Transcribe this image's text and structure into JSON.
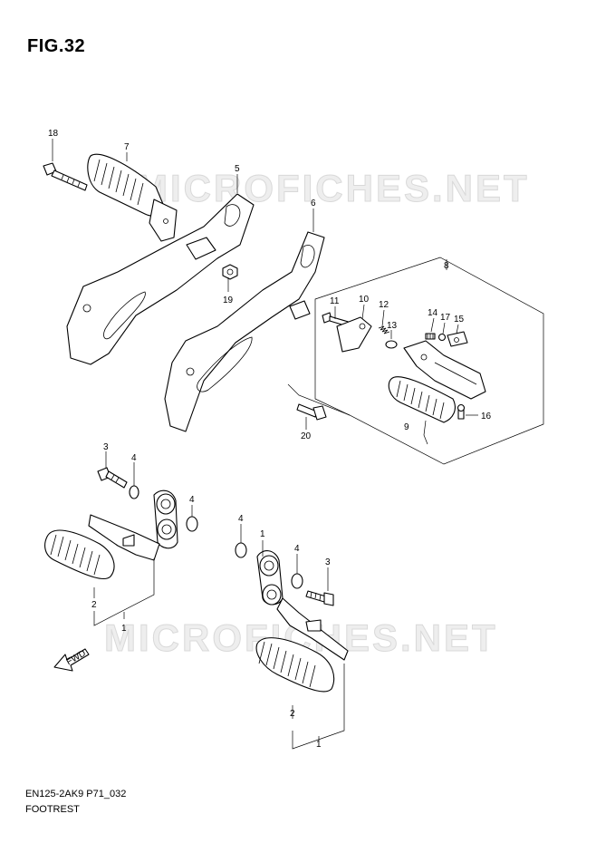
{
  "figure": {
    "title": "FIG.32",
    "code": "EN125-2AK9 P71_032",
    "caption": "FOOTREST"
  },
  "watermark": {
    "text": "MICROFICHES.NET"
  },
  "arrow_label": "FWD",
  "callouts": {
    "c18": "18",
    "c7": "7",
    "c5": "5",
    "c19": "19",
    "c6": "6",
    "c8": "8",
    "c11": "11",
    "c10": "10",
    "c12": "12",
    "c13": "13",
    "c14": "14",
    "c17": "17",
    "c15": "15",
    "c9": "9",
    "c16": "16",
    "c20": "20",
    "c3a": "3",
    "c4a": "4",
    "c4b": "4",
    "c2a": "2",
    "c1a": "1",
    "c4c": "4",
    "c1b": "1",
    "c4d": "4",
    "c3b": "3",
    "c2b": "2",
    "c1c": "1"
  }
}
